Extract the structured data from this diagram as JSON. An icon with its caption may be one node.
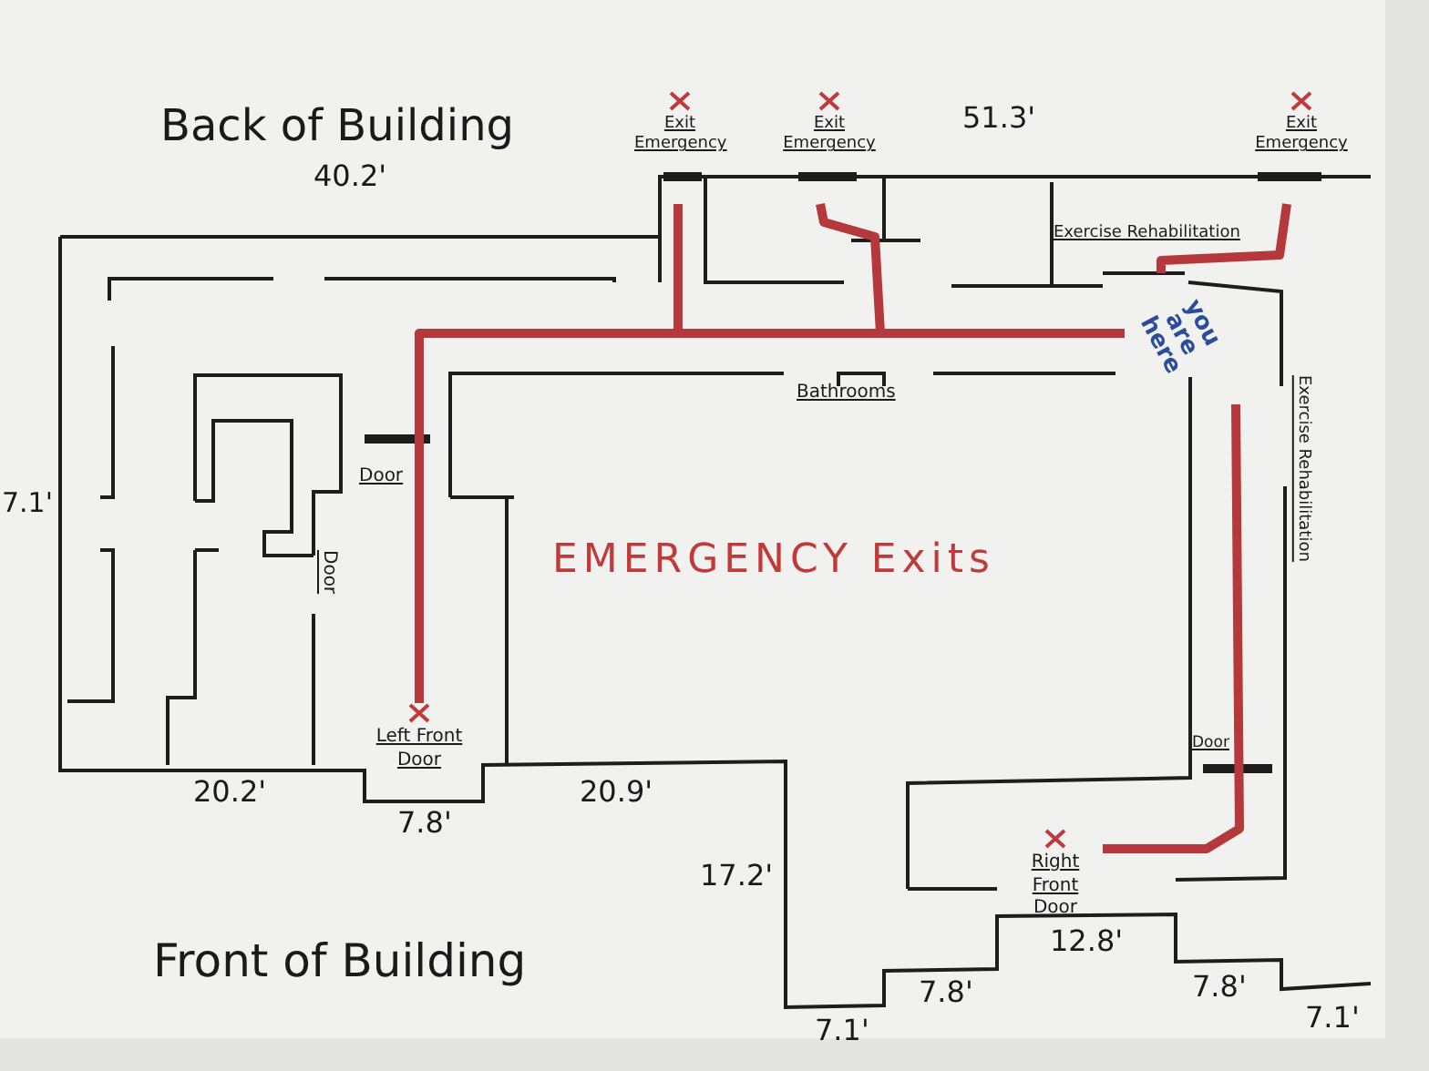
{
  "diagram": {
    "title": "Back of Building",
    "caption": "Front of Building",
    "nodes": [
      {
        "text": [
          "Exit Emergency"
        ]
      },
      {
        "text": [
          "Exit Emergency"
        ]
      },
      {
        "text": [
          "Exit Emergency"
        ]
      },
      {
        "text": [
          "you are here"
        ]
      },
      {
        "text": [
          "Left Front Door"
        ]
      },
      {
        "text": [
          "Right Front Door"
        ]
      }
    ],
    "edges": [
      {
        "from": 3,
        "to": 0,
        "arrow": "none"
      },
      {
        "from": 3,
        "to": 1,
        "arrow": "none"
      },
      {
        "from": 3,
        "to": 2,
        "arrow": "none"
      },
      {
        "from": 3,
        "to": 4,
        "arrow": "none"
      },
      {
        "from": 3,
        "to": 5,
        "arrow": "none"
      }
    ],
    "labels": [
      "51.3'",
      "40.2'",
      "Exercise Rehabilitation",
      "Bathrooms",
      "Door",
      "EMERGENCY Exits",
      "7.1'",
      "Door",
      "Exercise Rehabilitation",
      "Door",
      "20.2'",
      "20.9'",
      "7.8'",
      "17.2'",
      "12.8'",
      "7.8'",
      "7.8'",
      "7.1'",
      "7.1'"
    ]
  }
}
